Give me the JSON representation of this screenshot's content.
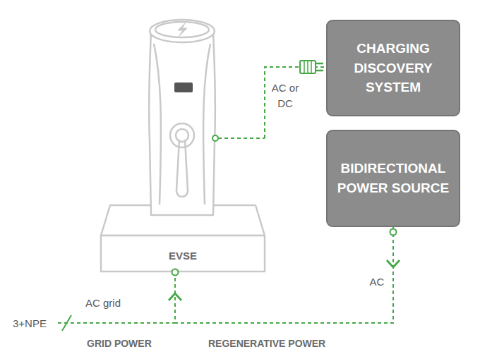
{
  "diagram": {
    "nodes": [
      {
        "text": [
          "EVSE"
        ]
      },
      {
        "text": [
          "CHARGING DISCOVERY SYSTEM"
        ]
      },
      {
        "text": [
          "BIDIRECTIONAL POWER SOURCE"
        ]
      }
    ],
    "edges": [
      {
        "from": 0,
        "to": 1,
        "arrow": "none",
        "label": "AC or DC"
      },
      {
        "from": 2,
        "to": 0,
        "arrow": "to",
        "label": "AC"
      }
    ],
    "labels": [
      "AC grid",
      "3+NPE",
      "GRID POWER",
      "REGENERATIVE POWER"
    ]
  }
}
